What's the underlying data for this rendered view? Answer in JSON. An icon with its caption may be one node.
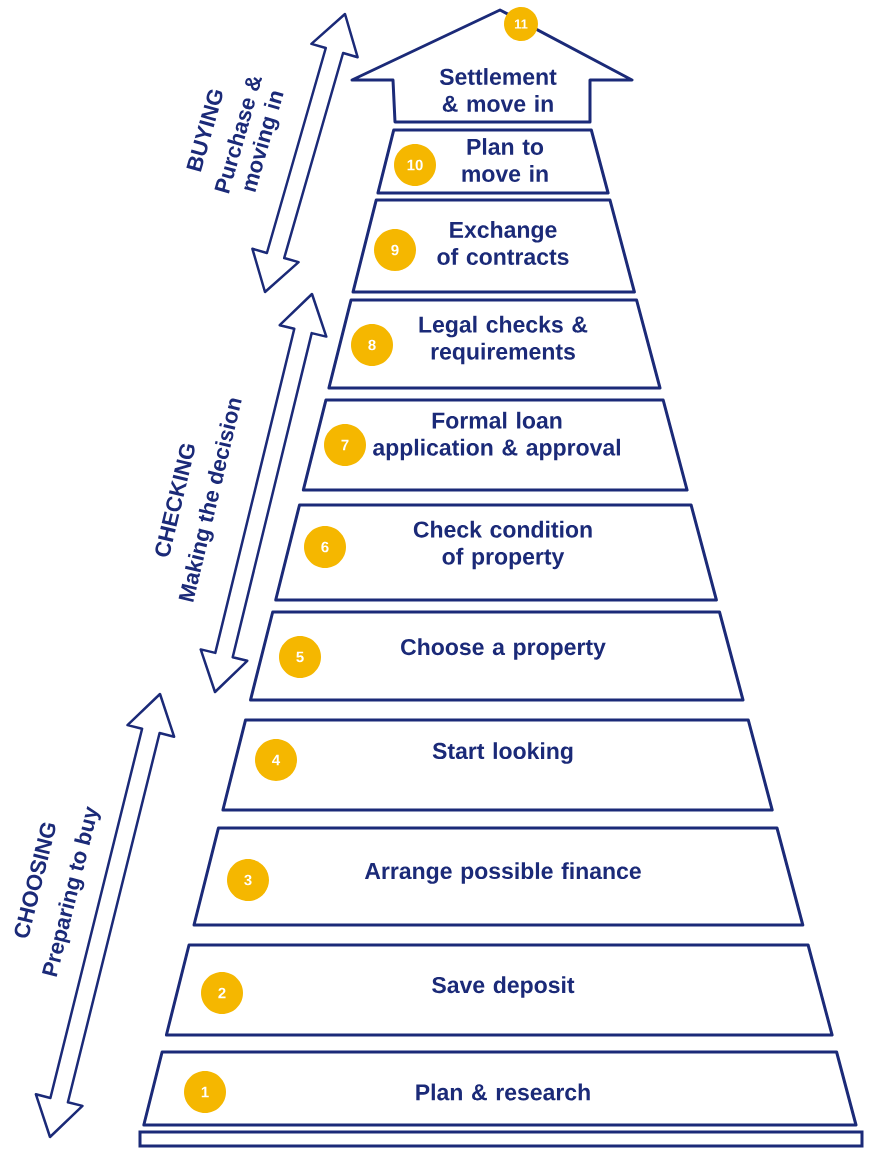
{
  "diagram": {
    "nodes": [
      {
        "text": [
          "Plan & research"
        ]
      },
      {
        "text": [
          "1"
        ],
        "in": 0
      },
      {
        "text": [
          "Save deposit"
        ]
      },
      {
        "text": [
          "2"
        ],
        "in": 2
      },
      {
        "text": [
          "Arrange possible finance"
        ]
      },
      {
        "text": [
          "3"
        ],
        "in": 4
      },
      {
        "text": [
          "Start looking"
        ]
      },
      {
        "text": [
          "4"
        ],
        "in": 6
      },
      {
        "text": [
          "Choose a property"
        ]
      },
      {
        "text": [
          "5"
        ],
        "in": 8
      },
      {
        "text": [
          "Check condition of property"
        ]
      },
      {
        "text": [
          "6"
        ],
        "in": 10
      },
      {
        "text": [
          "Formal loan application & approval"
        ]
      },
      {
        "text": [
          "7"
        ],
        "in": 12
      },
      {
        "text": [
          "Legal checks & requirements"
        ]
      },
      {
        "text": [
          "8"
        ],
        "in": 14
      },
      {
        "text": [
          "Exchange of contracts"
        ]
      },
      {
        "text": [
          "9"
        ],
        "in": 16
      },
      {
        "text": [
          "Plan to move in"
        ]
      },
      {
        "text": [
          "10"
        ],
        "in": 18
      },
      {
        "text": [
          "Settlement & move in"
        ]
      },
      {
        "text": [
          "11"
        ],
        "in": 20
      }
    ],
    "labels": [
      "BUYING",
      "Purchase & moving in",
      "CHECKING",
      "Making the decision",
      "CHOOSING",
      "Preparing to buy"
    ]
  }
}
